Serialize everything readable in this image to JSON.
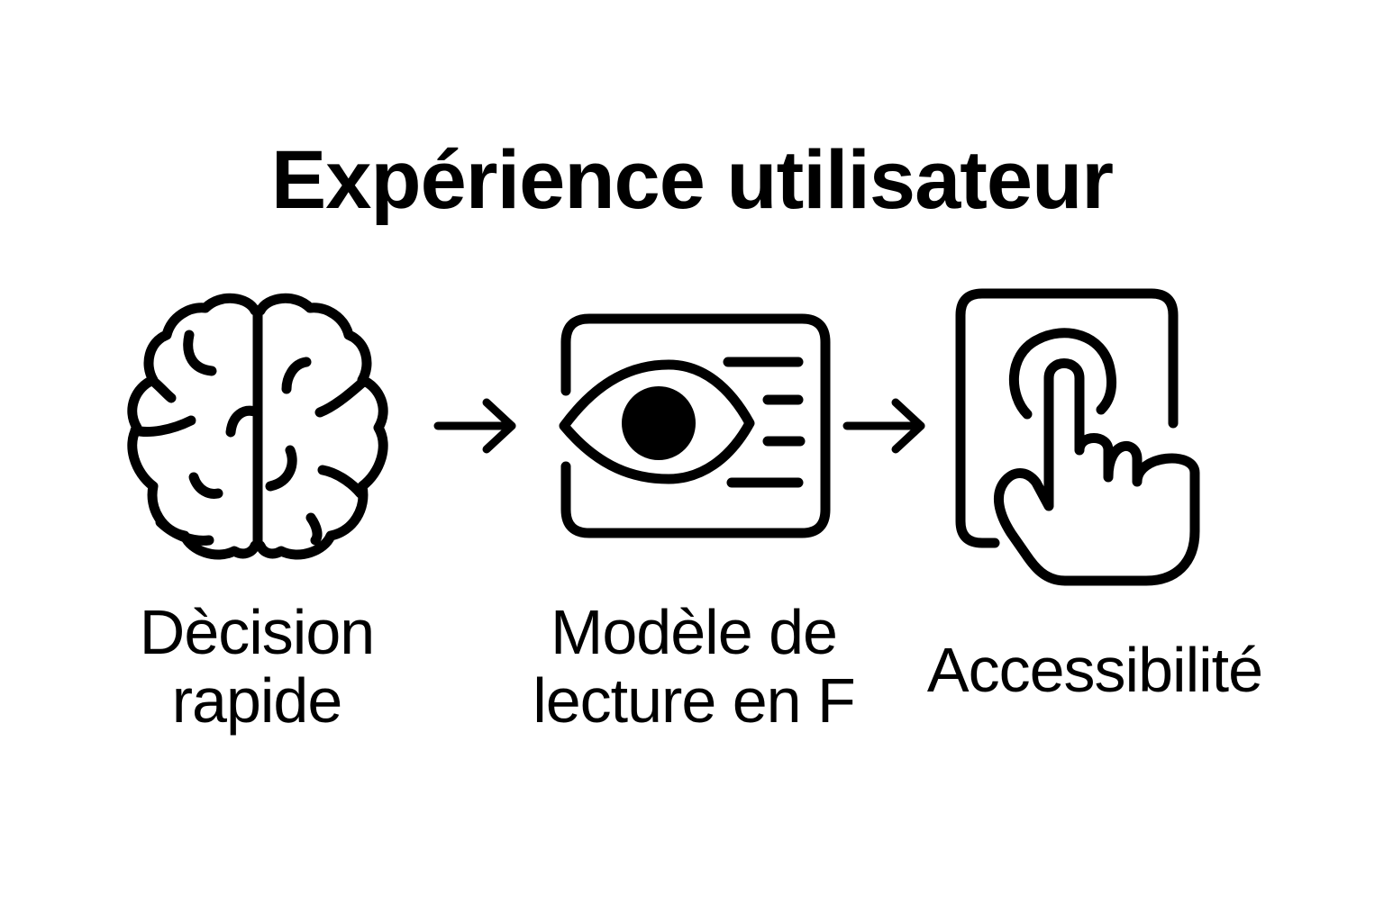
{
  "title": "Expérience utilisateur",
  "steps": [
    {
      "icon": "brain-icon",
      "lines": [
        "Dècision",
        "rapide"
      ]
    },
    {
      "icon": "eye-reading-screen-icon",
      "lines": [
        "Modèle de",
        "lecture en F"
      ]
    },
    {
      "icon": "touch-tablet-icon",
      "lines": [
        "Accessibilité"
      ]
    }
  ],
  "connectors": [
    "arrow-right-icon",
    "arrow-right-icon"
  ],
  "colors": {
    "ink": "#000000",
    "background": "#ffffff"
  }
}
